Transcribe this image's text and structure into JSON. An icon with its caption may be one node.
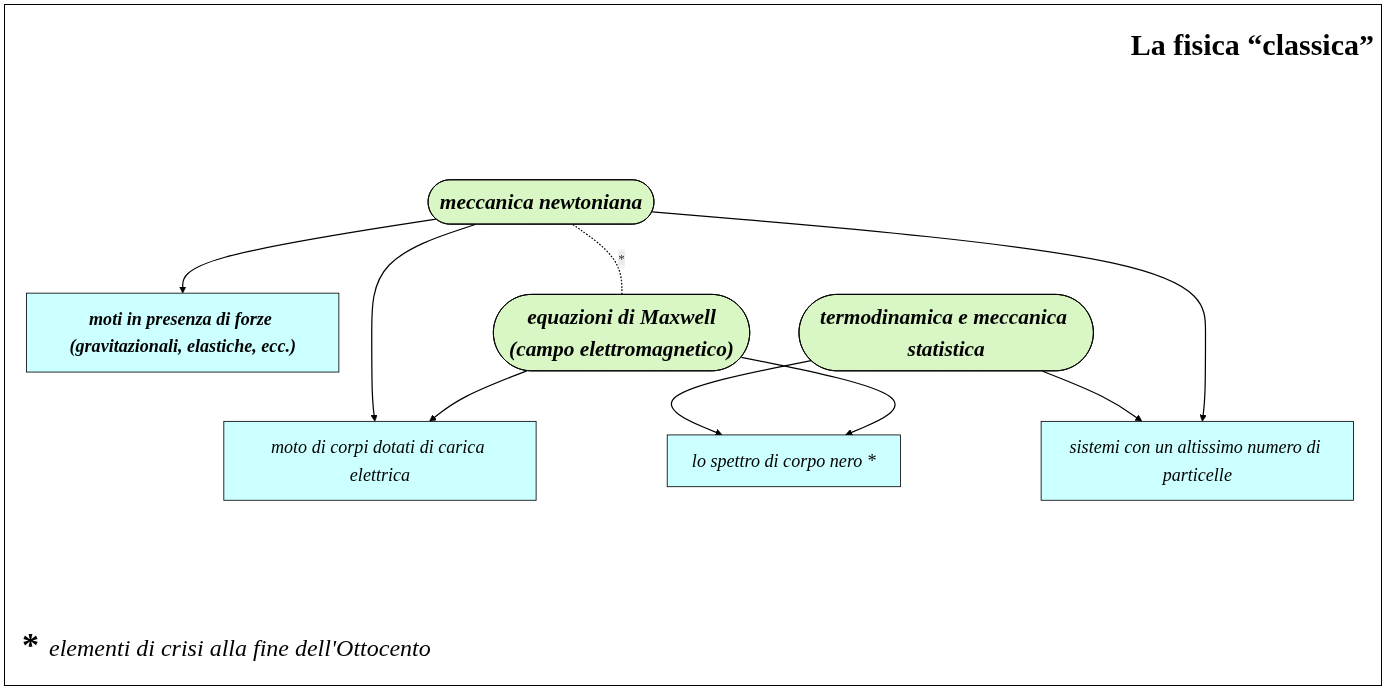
{
  "diagram": {
    "title": "La fisica “classica”",
    "nodes": [
      {
        "text": [
          "moti in presenza di forze (gravitazionali, elastiche, ecc.)"
        ]
      },
      {
        "text": [
          "equazioni di Maxwell",
          "(campo elettromagnetico)"
        ]
      },
      {
        "text": [
          "meccanica newtoniana"
        ]
      },
      {
        "text": [
          "moto di corpi dotati di carica elettrica"
        ]
      },
      {
        "text": [
          "sistemi con un altissimo numero di particelle"
        ]
      },
      {
        "text": [
          "lo spettro di corpo nero *"
        ]
      },
      {
        "text": [
          "termodinamica e meccanica statistica"
        ]
      }
    ],
    "edges": [
      {
        "from": 2,
        "to": 0,
        "arrow": "to"
      },
      {
        "from": 2,
        "to": 1,
        "arrow": "none",
        "style": "dashed",
        "label": "*"
      },
      {
        "from": 1,
        "to": 3,
        "arrow": "to"
      },
      {
        "from": 2,
        "to": 3,
        "arrow": "to"
      },
      {
        "from": 2,
        "to": 4,
        "arrow": "to"
      },
      {
        "from": 1,
        "to": 5,
        "arrow": "to"
      },
      {
        "from": 6,
        "to": 4,
        "arrow": "to"
      },
      {
        "from": 6,
        "to": 5,
        "arrow": "to"
      }
    ],
    "labels": [
      "*",
      "elementi di crisi alla fine dell'Ottocento"
    ]
  }
}
